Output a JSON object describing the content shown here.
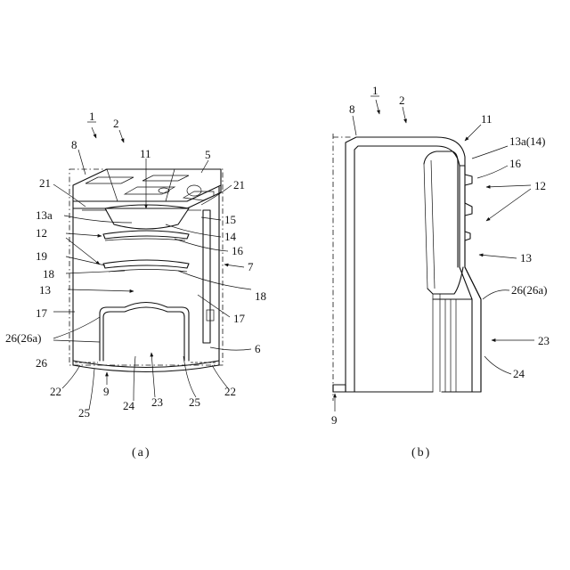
{
  "figure_a": {
    "caption": "(a)",
    "labels": {
      "l1": "1",
      "l2": "2",
      "l8": "8",
      "l11": "11",
      "l5": "5",
      "l21a": "21",
      "l21b": "21",
      "l13a": "13a",
      "l15": "15",
      "l14": "14",
      "l12": "12",
      "l16": "16",
      "l19": "19",
      "l7": "7",
      "l18a": "18",
      "l18b": "18",
      "l13": "13",
      "l17a": "17",
      "l17b": "17",
      "l26": "26(26a)",
      "l26b": "26",
      "l6": "6",
      "l22a": "22",
      "l22b": "22",
      "l9": "9",
      "l24": "24",
      "l23": "23",
      "l25a": "25",
      "l25b": "25"
    }
  },
  "figure_b": {
    "caption": "(b)",
    "labels": {
      "l1": "1",
      "l2": "2",
      "l8": "8",
      "l11": "11",
      "l13a": "13a(14)",
      "l16": "16",
      "l12": "12",
      "l13": "13",
      "l26": "26(26a)",
      "l23": "23",
      "l24": "24",
      "l9": "9"
    }
  }
}
